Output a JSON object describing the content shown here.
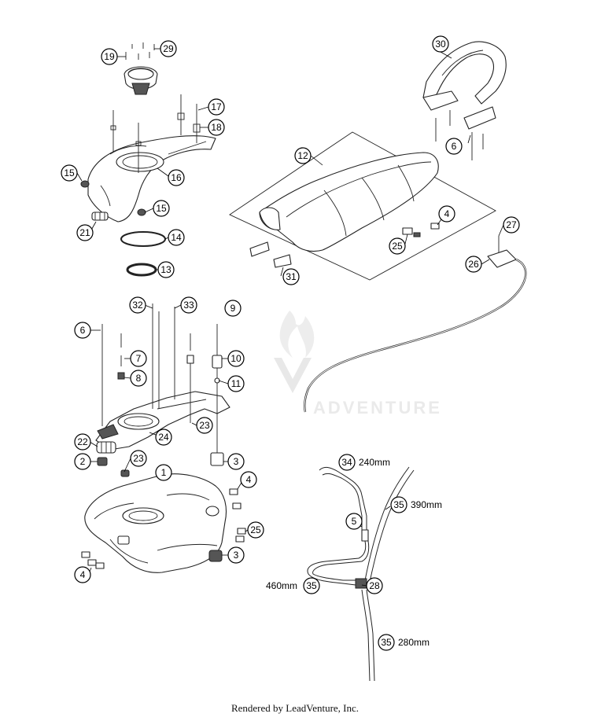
{
  "callouts": {
    "c19": "19",
    "c29": "29",
    "c17": "17",
    "c18": "18",
    "c15a": "15",
    "c16": "16",
    "c15b": "15",
    "c21": "21",
    "c14": "14",
    "c13": "13",
    "c30": "30",
    "c6a": "6",
    "c12": "12",
    "c4a": "4",
    "c25a": "25",
    "c31": "31",
    "c27": "27",
    "c26": "26",
    "c32": "32",
    "c33": "33",
    "c9": "9",
    "c6b": "6",
    "c7": "7",
    "c10": "10",
    "c8": "8",
    "c11": "11",
    "c23a": "23",
    "c22": "22",
    "c24": "24",
    "c2": "2",
    "c23b": "23",
    "c3a": "3",
    "c1": "1",
    "c4b": "4",
    "c25b": "25",
    "c3b": "3",
    "c4c": "4",
    "c34": "34",
    "c35a": "35",
    "c5": "5",
    "c35b": "35",
    "c28": "28",
    "c35c": "35"
  },
  "hose_lengths": {
    "h34": "240mm",
    "h35a": "390mm",
    "h35b": "460mm",
    "h35c": "280mm"
  },
  "watermark": "ADVENTURE",
  "footer": "Rendered by LeadVenture, Inc."
}
